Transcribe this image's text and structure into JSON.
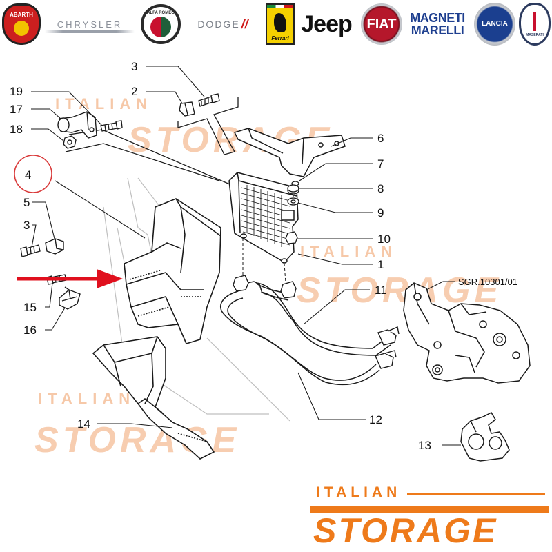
{
  "brands": [
    {
      "key": "abarth",
      "label": "ABARTH"
    },
    {
      "key": "chrysler",
      "label": "CHRYSLER"
    },
    {
      "key": "alfa",
      "label": "ALFA ROMEO"
    },
    {
      "key": "dodge",
      "label": "DODGE"
    },
    {
      "key": "ferrari",
      "label": "Ferrari"
    },
    {
      "key": "jeep",
      "label": "Jeep"
    },
    {
      "key": "fiat",
      "label": "FIAT"
    },
    {
      "key": "magneti_line1",
      "label": "MAGNETI"
    },
    {
      "key": "magneti_line2",
      "label": "MARELLI"
    },
    {
      "key": "lancia",
      "label": "LANCIA"
    },
    {
      "key": "maserati",
      "label": "MASERATI"
    }
  ],
  "dodge_stripes": "//",
  "callouts": {
    "c1": "1",
    "c2": "2",
    "c3a": "3",
    "c3b": "3",
    "c4": "4",
    "c5": "5",
    "c6": "6",
    "c7": "7",
    "c8": "8",
    "c9": "9",
    "c10": "10",
    "c11": "11",
    "c12": "12",
    "c13": "13",
    "c14": "14",
    "c15": "15",
    "c16": "16",
    "c17": "17",
    "c18": "18",
    "c19": "19"
  },
  "reference_code": "SGR.10301/01",
  "highlighted_part": "4",
  "watermark": {
    "top": "ITALIAN",
    "bottom": "STORAGE"
  },
  "footer": {
    "top": "ITALIAN",
    "main": "STORAGE"
  },
  "colors": {
    "accent_orange": "#ee7a1a",
    "arrow_red": "#e0101e",
    "highlight_circle": "#d93a3a"
  }
}
